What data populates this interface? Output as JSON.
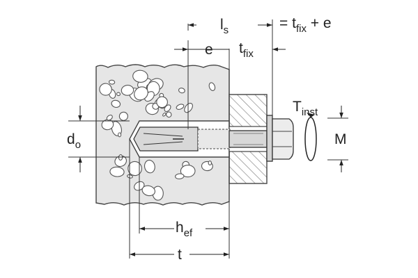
{
  "diagram": {
    "labels": {
      "ls": {
        "main": "l",
        "sub": "s"
      },
      "ls_formula": {
        "lhs": "= t",
        "sub": "fix",
        "rhs": " + e"
      },
      "e": "e",
      "tfix": {
        "main": "t",
        "sub": "fix"
      },
      "tinst": {
        "main": "T",
        "sub": "inst"
      },
      "d0": {
        "main": "d",
        "sub": "o"
      },
      "M": "M",
      "hef": {
        "main": "h",
        "sub": "ef"
      },
      "t": "t"
    },
    "colors": {
      "line": "#444444",
      "fill": "#e4e4e4",
      "hatch": "#888888"
    }
  }
}
